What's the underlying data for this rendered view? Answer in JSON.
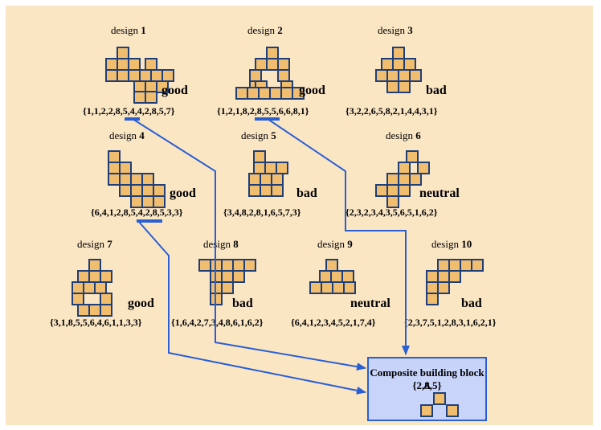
{
  "designs": [
    {
      "label_prefix": "design ",
      "number": "1",
      "rating": "good",
      "sequence": "{1,1,2,2,8,5,4,4,2,8,5,7}"
    },
    {
      "label_prefix": "design ",
      "number": "2",
      "rating": "good",
      "sequence": "{1,2,1,8,2,8,5,5,6,6,8,1}"
    },
    {
      "label_prefix": "design ",
      "number": "3",
      "rating": "bad",
      "sequence": "{3,2,2,6,5,8,2,1,4,4,3,1}"
    },
    {
      "label_prefix": "design ",
      "number": "4",
      "rating": "good",
      "sequence": "{6,4,1,2,8,5,4,2,8,5,3,3}"
    },
    {
      "label_prefix": "design ",
      "number": "5",
      "rating": "bad",
      "sequence": "{3,4,8,2,8,1,6,5,7,3}"
    },
    {
      "label_prefix": "design ",
      "number": "6",
      "rating": "neutral",
      "sequence": "{2,3,2,3,4,3,5,6,5,1,6,2}"
    },
    {
      "label_prefix": "design ",
      "number": "7",
      "rating": "good",
      "sequence": "{3,1,8,5,5,6,4,6,1,1,3,3}"
    },
    {
      "label_prefix": "design ",
      "number": "8",
      "rating": "bad",
      "sequence": "{1,6,4,2,7,3,4,8,6,1,6,2}"
    },
    {
      "label_prefix": "design ",
      "number": "9",
      "rating": "neutral",
      "sequence": "{6,4,1,2,3,4,5,2,1,7,4}"
    },
    {
      "label_prefix": "design ",
      "number": "10",
      "rating": "bad",
      "sequence": "{2,3,7,5,1,2,8,3,1,6,2,1}"
    }
  ],
  "composite": {
    "title": "Composite building block A",
    "sequence": "{2,8,5}"
  },
  "colors": {
    "background": "#fbe6c4",
    "cell_fill": "#f1bd6e",
    "cell_border": "#1f3f7a",
    "arrow": "#2a5fd4",
    "box_fill": "#c9d4fa"
  }
}
